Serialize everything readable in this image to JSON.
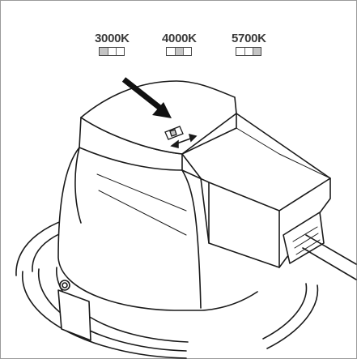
{
  "options": [
    {
      "label": "3000K",
      "active_segment": 1
    },
    {
      "label": "4000K",
      "active_segment": 2
    },
    {
      "label": "5700K",
      "active_segment": 3
    }
  ],
  "colors": {
    "outline": "#1a1a1a",
    "active_segment": "#c4c4c4",
    "border": "#9a9a9a"
  },
  "icons": [
    "arrow-icon",
    "slide-switch-icon",
    "double-arrow-icon"
  ]
}
